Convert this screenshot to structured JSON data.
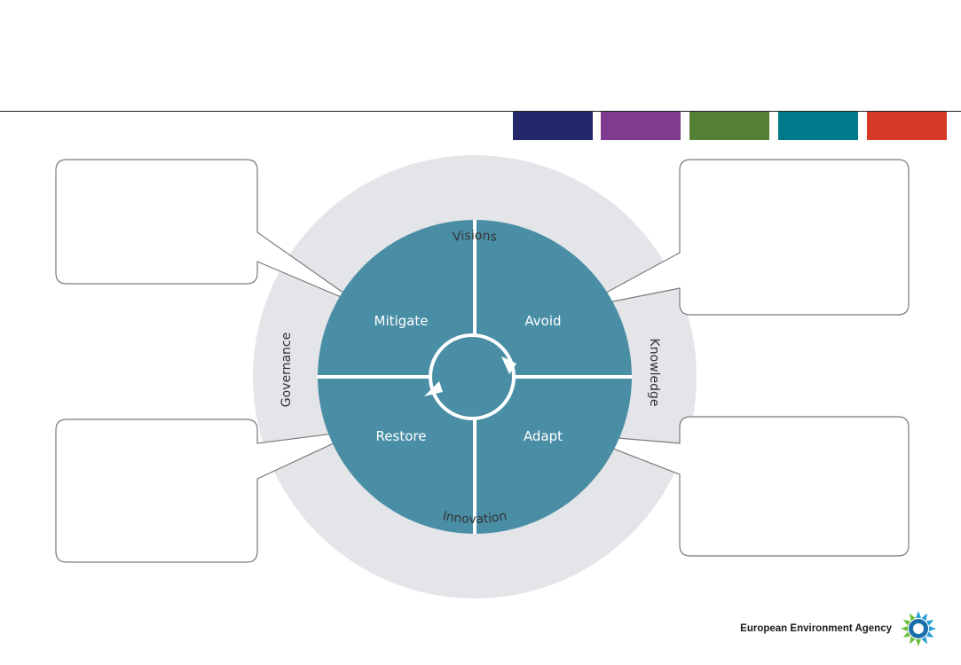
{
  "diagram": {
    "outer_ring": {
      "top": "Visions",
      "right": "Knowledge",
      "bottom": "Innovation",
      "left": "Governance"
    },
    "quadrants": {
      "top_left": "Mitigate",
      "top_right": "Avoid",
      "bottom_left": "Restore",
      "bottom_right": "Adapt"
    }
  },
  "header_swatches": [
    "#23286a",
    "#7f3b8f",
    "#547f36",
    "#007a8a",
    "#d63b27"
  ],
  "colors": {
    "ring": "#e3e5e8",
    "core": "#4a8ea6",
    "callout_border": "#7a7a7a"
  },
  "footer": {
    "organization": "European Environment Agency"
  }
}
